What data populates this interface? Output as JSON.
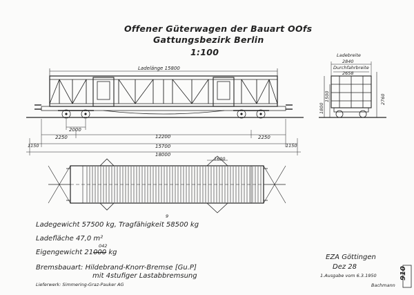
{
  "title": {
    "line1": "Offener Güterwagen der Bauart OOfs",
    "line2": "Gattungsbezirk Berlin",
    "scale": "1:100"
  },
  "dimensions": {
    "ladelaenge": "Ladelänge 15800",
    "wheel_gap": "2000",
    "end_2250_left": "2250",
    "end_2250_right": "2250",
    "center_12200": "12200",
    "overall_15700": "15700",
    "overall_18000": "18000",
    "left_1150": "1150",
    "right_1150": "1150",
    "end_height_1500": "1500",
    "end_height_1800": "1800",
    "end_height_2760": "2760",
    "ladebreite_label": "Ladebreite",
    "ladebreite_value": "2840",
    "durchfahrbreite_label": "Durchfahrbreite",
    "durchfahrbreite_value": "2658",
    "top_1600": "1600"
  },
  "specs": {
    "ladegewicht": "Ladegewicht 57500 kg, Tragfähigkeit 58500 kg",
    "tragfaehigkeit_correction": "9",
    "ladeflaeche": "Ladefläche 47,0 m²",
    "eigengewicht_prefix": "Eigengewicht 21",
    "eigengewicht_struck": "000",
    "eigengewicht_suffix": "kg",
    "eigengewicht_correction": "042",
    "bremsbauart": "Bremsbauart: Hildebrand-Knorr-Bremse [Gu.P]",
    "bremse_zusatz": "mit 4stufiger Lastabbremsung",
    "lieferwerk": "Lieferwerk: Simmering-Graz-Pauker AG"
  },
  "footer": {
    "office": "EZA Göttingen",
    "date": "Dez 28",
    "issue": "1.Ausgabe vom 6.3.1950",
    "signature": "Bachmann",
    "sheet_number": "910"
  }
}
